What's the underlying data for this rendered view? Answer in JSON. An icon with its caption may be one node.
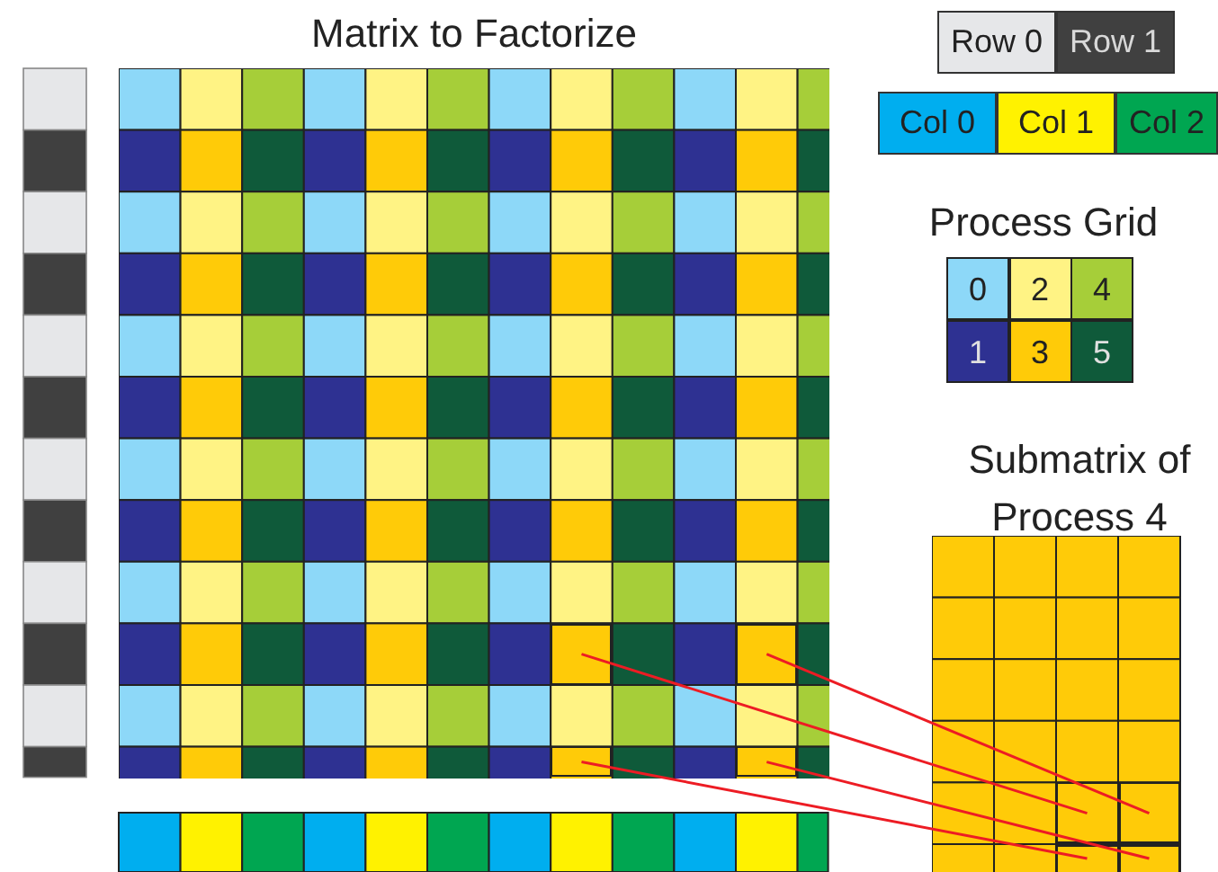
{
  "diagram": {
    "nodes": [
      {
        "text": [
          "Matrix to Factorize"
        ]
      },
      {
        "text": [],
        "shape": "box",
        "in": 0
      },
      {
        "text": [],
        "shape": "box",
        "in": 0
      },
      {
        "text": [],
        "shape": "box",
        "in": 0
      },
      {
        "text": [],
        "shape": "box",
        "in": 0
      },
      {
        "text": [
          "Process Grid"
        ]
      },
      {
        "text": [
          "0"
        ],
        "in": 5
      },
      {
        "text": [
          "2"
        ],
        "in": 5
      },
      {
        "text": [
          "4"
        ],
        "in": 5
      },
      {
        "text": [
          "1"
        ],
        "in": 5
      },
      {
        "text": [
          "3"
        ],
        "in": 5
      },
      {
        "text": [
          "5"
        ],
        "in": 5
      },
      {
        "text": [
          "Submatrix of Process 4"
        ]
      },
      {
        "text": [],
        "shape": "box",
        "in": 12
      },
      {
        "text": [],
        "shape": "box",
        "in": 12
      },
      {
        "text": [],
        "shape": "box",
        "in": 12
      },
      {
        "text": [],
        "shape": "box",
        "in": 12
      }
    ],
    "edges": [
      {
        "from": 1,
        "to": 13,
        "arrow": "none",
        "color": "#ed1c24"
      },
      {
        "from": 2,
        "to": 14,
        "arrow": "none",
        "color": "#ed1c24"
      },
      {
        "from": 3,
        "to": 15,
        "arrow": "none",
        "color": "#ed1c24"
      },
      {
        "from": 4,
        "to": 16,
        "arrow": "none",
        "color": "#ed1c24"
      }
    ],
    "legend": [
      {
        "text": "Row 0",
        "color": "#e6e7e9"
      },
      {
        "text": "Row 1",
        "color": "#404040"
      },
      {
        "text": "Col 0",
        "color": "#00aeef"
      },
      {
        "text": "Col 1",
        "color": "#fff200"
      },
      {
        "text": "Col 2",
        "color": "#00a651"
      }
    ]
  }
}
